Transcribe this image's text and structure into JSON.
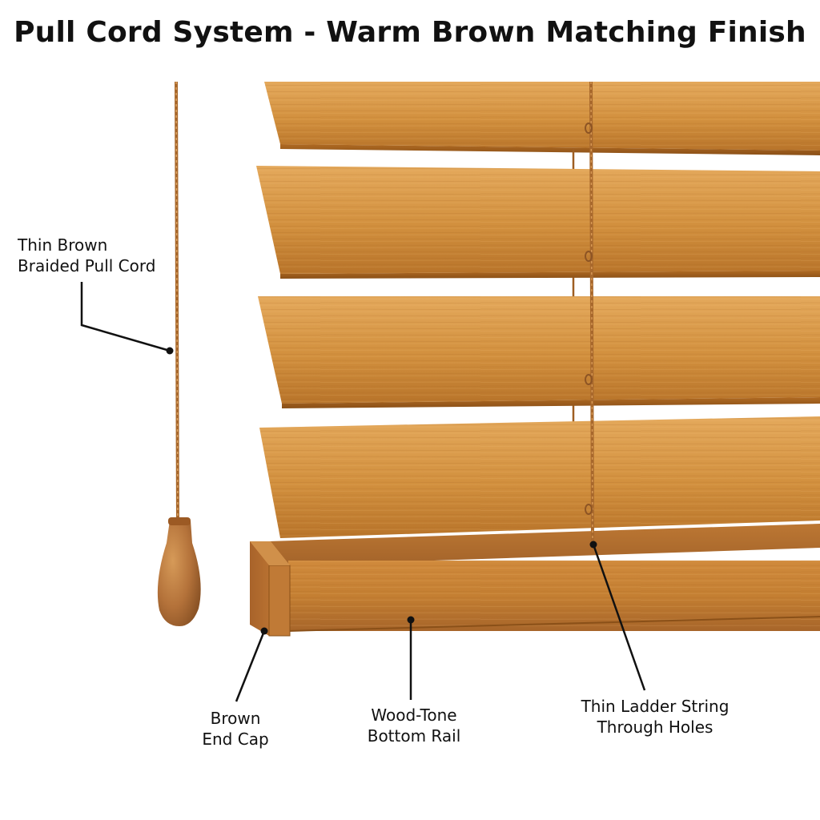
{
  "title": "Pull Cord System - Warm Brown Matching Finish",
  "colors": {
    "wood_light": "#e0a455",
    "wood_mid": "#c9812f",
    "wood_dark": "#9e5e1f",
    "cord": "#a8682c",
    "callout": "#111111"
  },
  "labels": {
    "pull_cord": [
      "Thin Brown",
      "Braided Pull Cord"
    ],
    "end_cap": [
      "Brown",
      "End Cap"
    ],
    "bottom_rail": [
      "Wood-Tone",
      "Bottom Rail"
    ],
    "ladder_string": [
      "Thin Ladder String",
      "Through Holes"
    ]
  }
}
